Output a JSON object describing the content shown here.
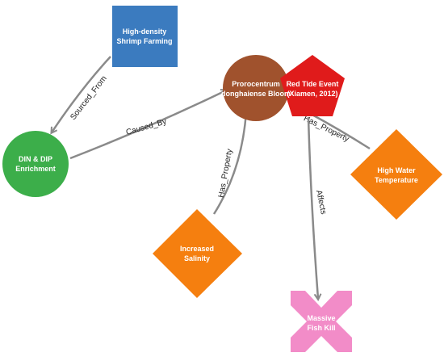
{
  "nodes": {
    "shrimp_farming": {
      "line1": "High-density",
      "line2": "Shrimp Farming",
      "color": "#3b7bbf",
      "shape": "square"
    },
    "din_dip": {
      "line1": "DIN & DIP",
      "line2": "Enrichment",
      "color": "#3cae4a",
      "shape": "circle"
    },
    "prorocentrum": {
      "line1": "Prorocentrum",
      "line2": "donghaiense Bloom",
      "color": "#a0522d",
      "shape": "circle"
    },
    "red_tide": {
      "line1": "Red Tide Event",
      "line2": "(Xiamen, 2012)",
      "color": "#e01b1b",
      "shape": "pentagon"
    },
    "high_temp": {
      "line1": "High Water",
      "line2": "Temperature",
      "color": "#f57f0f",
      "shape": "diamond"
    },
    "salinity": {
      "line1": "Increased",
      "line2": "Salinity",
      "color": "#f57f0f",
      "shape": "diamond"
    },
    "fish_kill": {
      "line1": "Massive",
      "line2": "Fish Kill",
      "color": "#f28cc8",
      "shape": "x-cross"
    }
  },
  "edges": {
    "sourced_from": "Sourced_From",
    "caused_by": "Caused_By",
    "has_property_salinity": "Has_Property",
    "has_property_temp": "Has_Property",
    "affects": "Affects"
  },
  "colors": {
    "edge": "#8a8a8a",
    "label_text": "#ffffff",
    "edge_text": "#222222"
  }
}
